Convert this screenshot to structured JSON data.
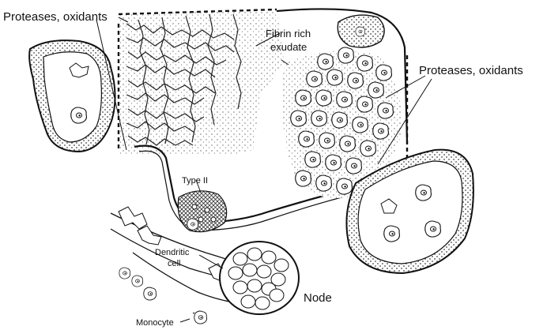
{
  "labels": {
    "proteases_left": "Proteases, oxidants",
    "fibrin_line1": "Fibrin rich",
    "fibrin_line2": "exudate",
    "proteases_right": "Proteases, oxidants",
    "type_ii": "Type II",
    "dendritic_line1": "Dendritic",
    "dendritic_line2": "cell",
    "node": "Node",
    "monocyte": "Monocyte"
  },
  "icons": {
    "alveolar_macrophage_cells": "cell-icon",
    "neutrophil_cells": "cell-icon"
  }
}
